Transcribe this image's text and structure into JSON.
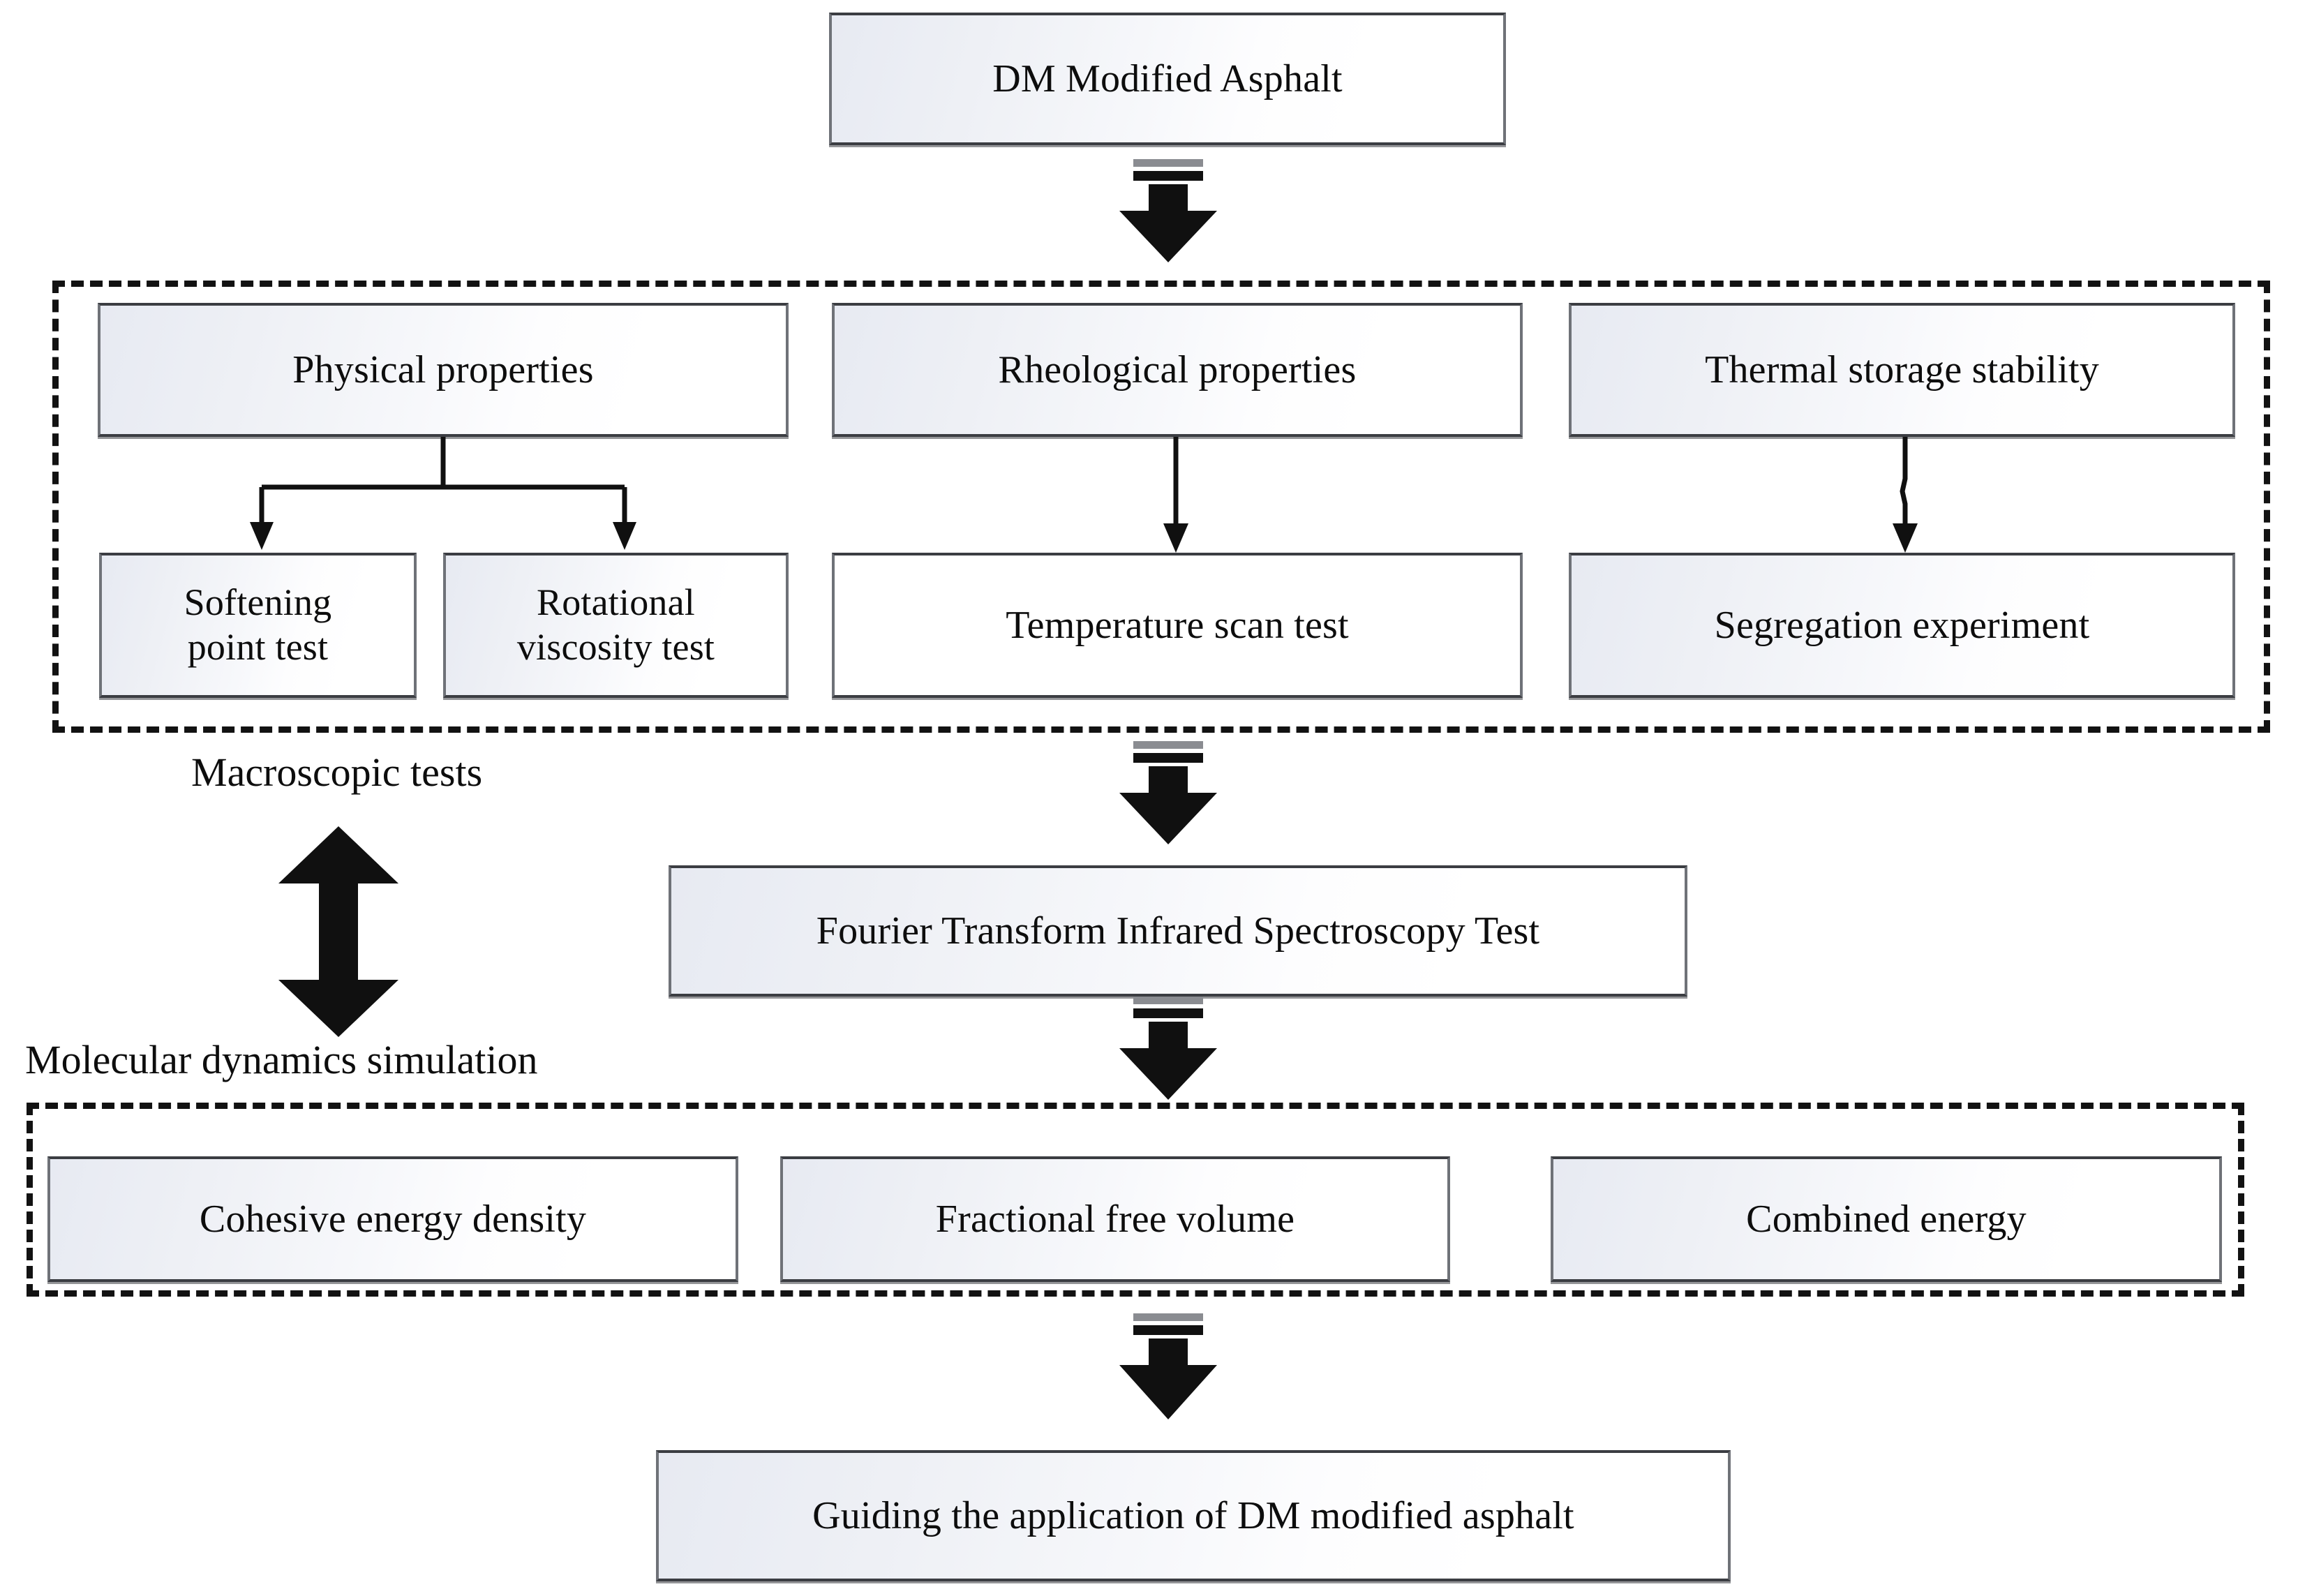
{
  "flowchart": {
    "title_box": {
      "label": "DM Modified Asphalt"
    },
    "macroscopic_group": {
      "caption": "Macroscopic tests",
      "columns": [
        {
          "parent": "Physical properties",
          "children": [
            "Softening\npoint test",
            "Rotational\nviscosity test"
          ]
        },
        {
          "parent": "Rheological properties",
          "children": [
            "Temperature scan test"
          ]
        },
        {
          "parent": "Thermal storage stability",
          "children": [
            "Segregation experiment"
          ]
        }
      ]
    },
    "ftir_box": {
      "label": "Fourier Transform Infrared Spectroscopy Test"
    },
    "md_group": {
      "caption": "Molecular dynamics simulation",
      "items": [
        "Cohesive energy density",
        "Fractional free volume",
        "Combined energy"
      ]
    },
    "outcome_box": {
      "label": "Guiding the application of DM modified asphalt"
    },
    "icons": {
      "down_block_arrow": "down-block-arrow-icon",
      "double_head_arrow": "double-headed-vertical-arrow-icon",
      "thin_down_arrow": "thin-down-arrow-icon"
    },
    "colors": {
      "box_border": "#6f7278",
      "box_border_strong": "#3b3d42",
      "box_fill_start": "#e7eaf2",
      "box_fill_end": "#ffffff",
      "dash_border": "#121212",
      "arrow_fill": "#101010",
      "text": "#0d0d0d",
      "background": "#ffffff"
    }
  }
}
